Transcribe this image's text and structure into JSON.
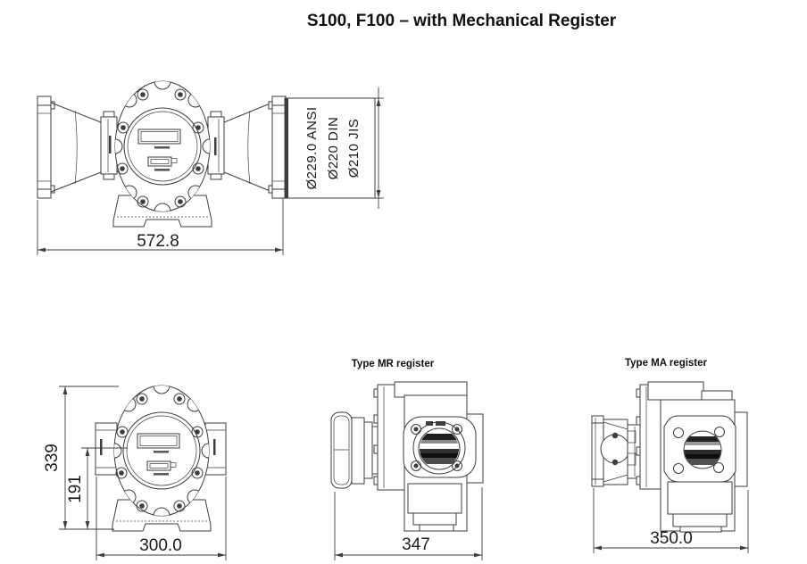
{
  "title": "S100, F100 – with Mechanical Register",
  "drawings": {
    "top_front_view": {
      "width_dim": "572.8",
      "flange_labels": [
        "Ø229.0 ANSI",
        "Ø220 DIN",
        "Ø210 JIS"
      ]
    },
    "front_view": {
      "height_dim": "339",
      "centerline_dim": "191",
      "width_dim": "300.0"
    },
    "mr_view": {
      "label": "Type MR register",
      "width_dim": "347"
    },
    "ma_view": {
      "label": "Type MA register",
      "width_dim": "350.0"
    }
  },
  "colors": {
    "line": "#3d3d3d",
    "text": "#111111",
    "background": "#ffffff"
  }
}
